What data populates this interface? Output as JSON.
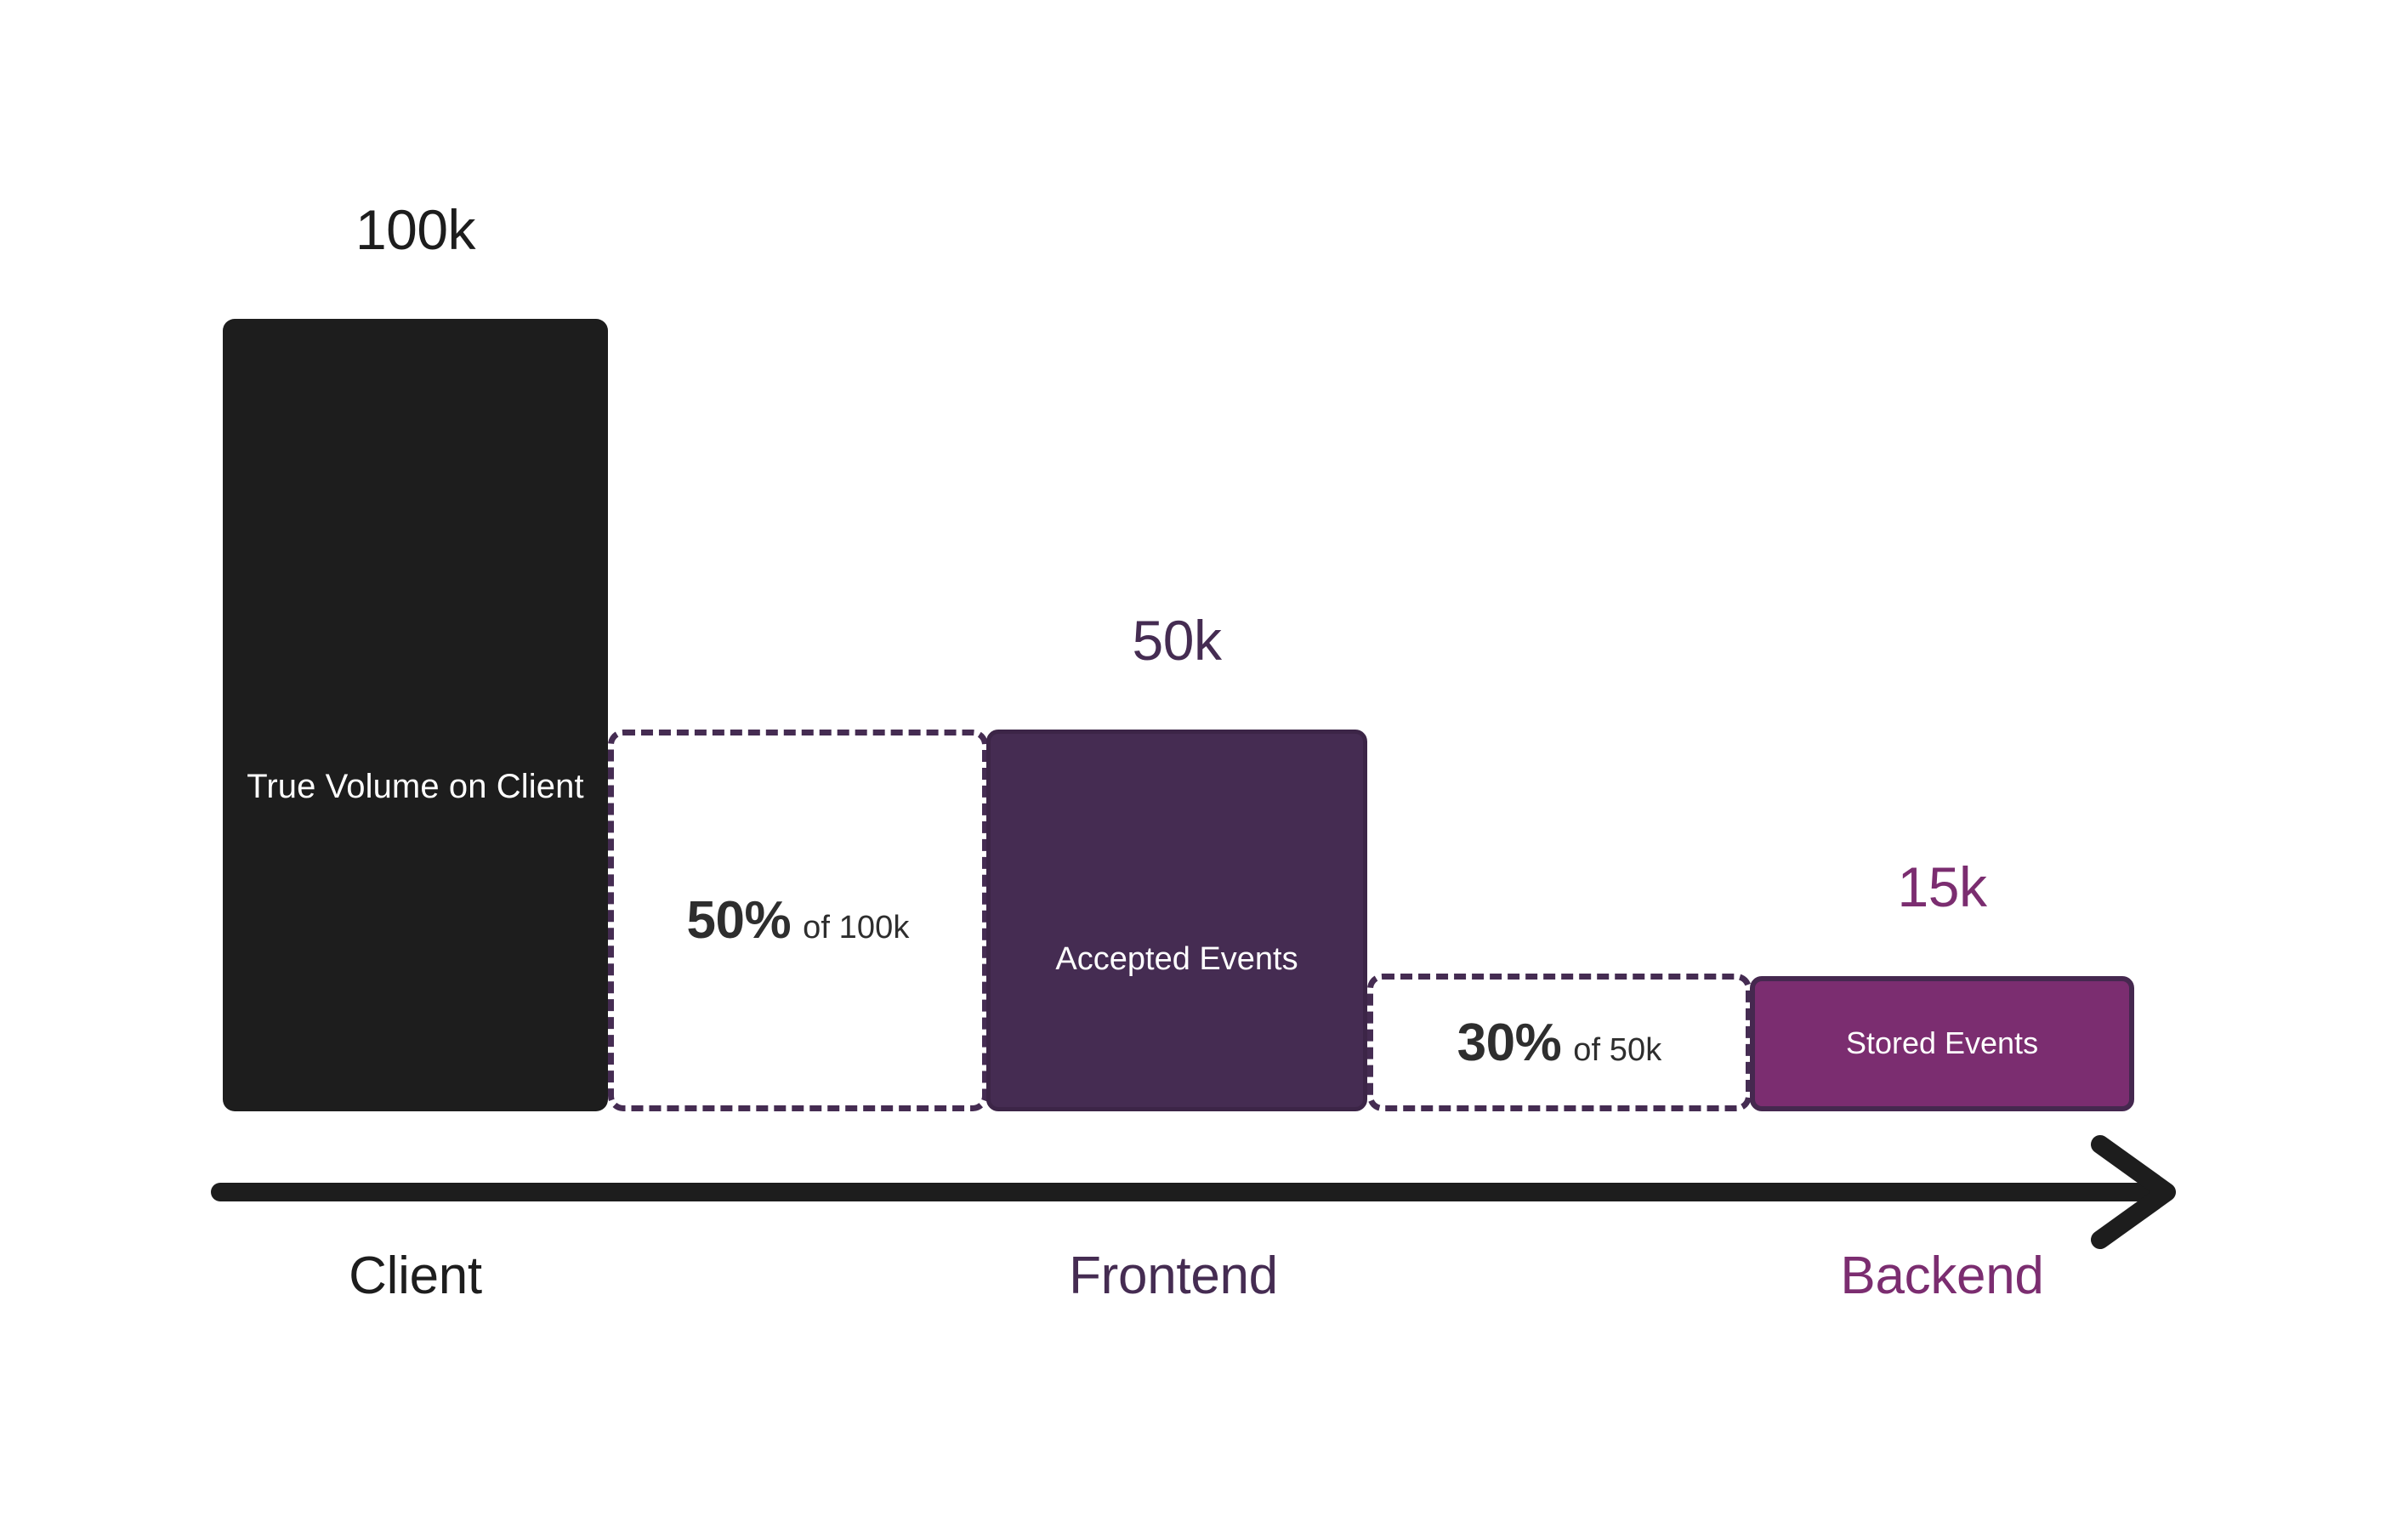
{
  "chart_data": {
    "type": "bar",
    "title": "",
    "subtitle": "",
    "xlabel": "",
    "ylabel": "",
    "grid": false,
    "legend_position": "none",
    "axis_direction": "left-to-right-arrow",
    "categories": [
      "Client",
      "Frontend",
      "Backend"
    ],
    "stages": [
      {
        "stage": "Client",
        "stage_color": "#1d1d1d",
        "value_label": "100k",
        "value": 100000,
        "bar_label": "True Volume on Client",
        "bar_fill": "#1d1d1d",
        "bar_text_color": "#ffffff",
        "style": "solid"
      },
      {
        "stage": "Frontend",
        "stage_color": "#452c52",
        "value_label": "50k",
        "value": 50000,
        "bar_label": "Accepted Events",
        "bar_fill": "#452c52",
        "bar_text_color": "#ffffff",
        "style": "solid"
      },
      {
        "stage": "Backend",
        "stage_color": "#7b2d70",
        "value_label": "15k",
        "value": 15000,
        "bar_label": "Stored Events",
        "bar_fill": "#7b2d70",
        "bar_text_color": "#ffffff",
        "style": "solid"
      }
    ],
    "drop_offs": [
      {
        "percent_label": "50%",
        "of_label": "of 100k",
        "percent": 50,
        "base": 100000,
        "result": 50000,
        "style": "dashed",
        "border_color": "#452c52",
        "text_color": "#2e2e2e"
      },
      {
        "percent_label": "30%",
        "of_label": "of 50k",
        "percent": 30,
        "base": 50000,
        "result": 15000,
        "style": "dashed",
        "border_color": "#452c52",
        "text_color": "#2e2e2e"
      }
    ],
    "colors": {
      "background": "#ffffff",
      "client": "#1d1d1d",
      "frontend": "#452c52",
      "backend": "#7b2d70",
      "dashed_border": "#452c52",
      "axis": "#1d1d1d",
      "ghost_text": "#2e2e2e"
    }
  },
  "bars": {
    "client": {
      "value_label": "100k",
      "label": "True Volume on Client"
    },
    "accepted": {
      "value_label": "50k",
      "label": "Accepted Events"
    },
    "stored": {
      "value_label": "15k",
      "label": "Stored Events"
    }
  },
  "ghosts": {
    "first": {
      "percent": "50%",
      "of": "of 100k"
    },
    "second": {
      "percent": "30%",
      "of": "of 50k"
    }
  },
  "axis": {
    "labels": {
      "client": "Client",
      "frontend": "Frontend",
      "backend": "Backend"
    },
    "arrow_icon": "arrow-right-icon"
  }
}
